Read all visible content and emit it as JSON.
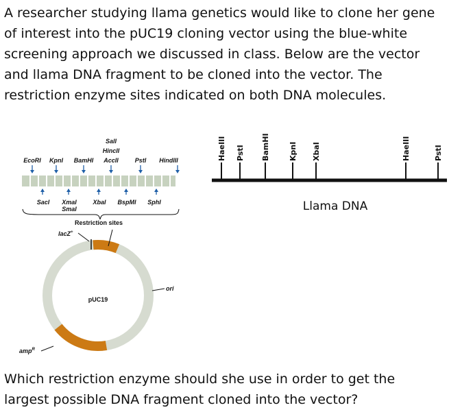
{
  "intro_text": "A researcher studying llama genetics would like to clone her gene of interest into the pUC19 cloning vector using the blue-white screening approach we discussed in class. Below are the vector and llama DNA fragment to be cloned into the vector. The restriction enzyme sites indicated on both DNA molecules.",
  "question_text": "Which restriction enzyme should she use in order to get the largest possible DNA fragment cloned into the vector?",
  "vector": {
    "top_sites": [
      "EcoRI",
      "KpnI",
      "BamHI",
      "AccII",
      "PstI",
      "HindIII"
    ],
    "salI": "SalI",
    "hincII": "HincII",
    "bottom_sites": [
      "SacI",
      "XmaI",
      "XbaI",
      "BspMI",
      "SphI"
    ],
    "smaI": "SmaI",
    "restriction_sites_label": "Restriction sites",
    "lacz_label": "lacZ",
    "lacz_sup": "+",
    "plasmid_name": "pUC19",
    "ori_label": "ori",
    "amp_label": "amp",
    "amp_sup": "R"
  },
  "llama": {
    "label": "Llama DNA",
    "sites": [
      "HaeIII",
      "PstI",
      "BamHI",
      "KpnI",
      "XbaI",
      "HaeIII",
      "PstI"
    ]
  },
  "colors": {
    "mcs_fill": "#c7d2bf",
    "plasmid_ring": "#d6dbd0",
    "plasmid_segment": "#cc7a14",
    "line": "#111111"
  }
}
